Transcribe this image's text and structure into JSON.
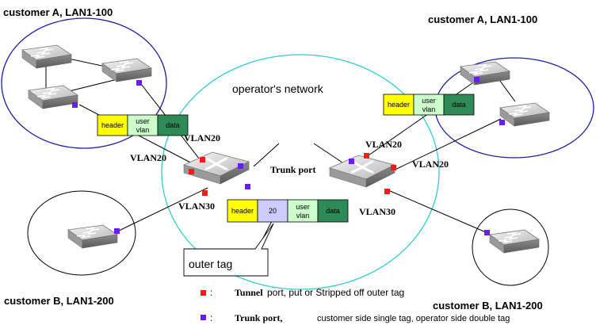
{
  "customers": {
    "top_left": "customer A, LAN1-100",
    "top_right": "customer A, LAN1-100",
    "bottom_left": "customer B, LAN1-200",
    "bottom_right": "customer B, LAN1-200"
  },
  "operator_network_label": "operator's network",
  "vlans": {
    "left_upper": "VLAN20",
    "left_mid": "VLAN20",
    "left_lower": "VLAN30",
    "right_upper": "VLAN20",
    "right_mid": "VLAN20",
    "right_lower": "VLAN30"
  },
  "trunk_port_label": "Trunk port",
  "frame_left": {
    "header": "header",
    "user_vlan_1": "user",
    "user_vlan_2": "vlan",
    "data": "data"
  },
  "frame_right": {
    "header": "header",
    "user_vlan_1": "user",
    "user_vlan_2": "vlan",
    "data": "data"
  },
  "frame_middle": {
    "header": "header",
    "tag": "20",
    "user_vlan_1": "user",
    "user_vlan_2": "vlan",
    "data": "data"
  },
  "outer_tag_label": "outer tag",
  "legend": {
    "tunnel_title": "Tunnel",
    "tunnel_text": " port, put or Stripped off outer tag",
    "trunk_title": "Trunk port,",
    "trunk_text": "customer side single tag, operator side double tag"
  },
  "colors": {
    "tunnel_port": "#ff1a1a",
    "trunk_port": "#6a1cff",
    "header_cell": "#ffff00",
    "user_vlan_cell": "#ccffcc",
    "data_cell": "#2e8b57",
    "tag_cell": "#ccccff",
    "operator_circle": "#33cccc",
    "customer_a_circle": "#2020a0"
  }
}
